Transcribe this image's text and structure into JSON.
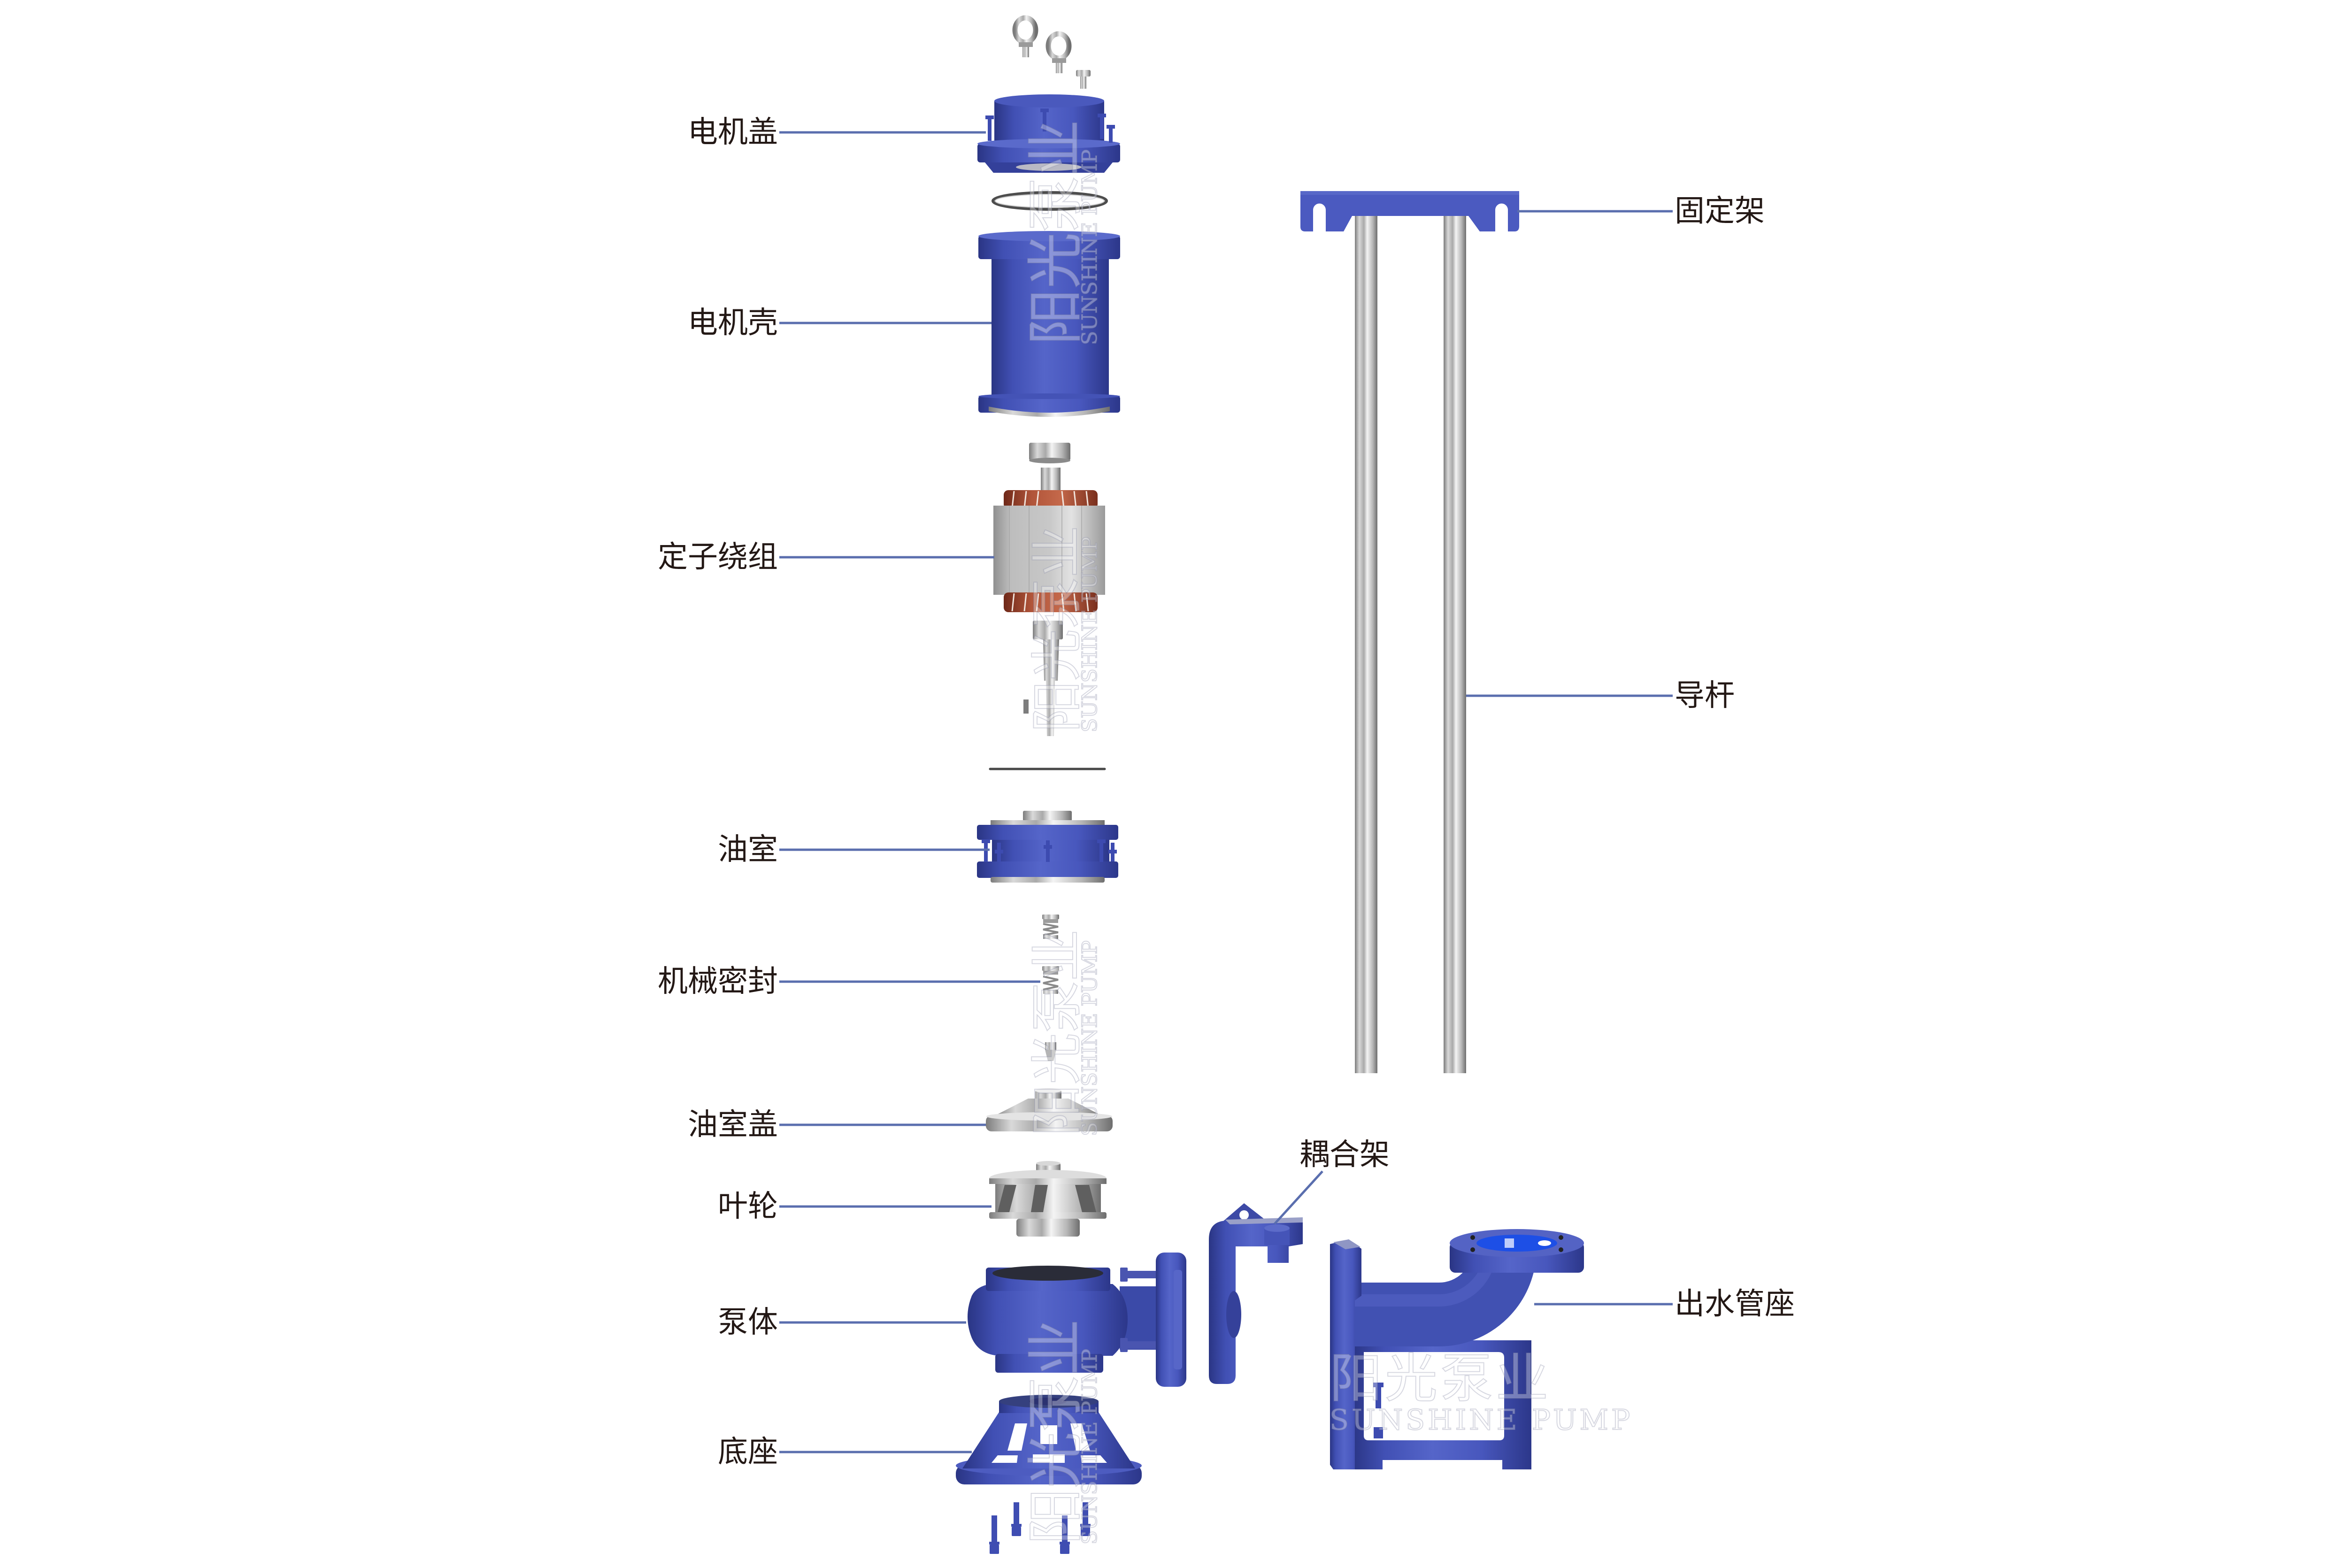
{
  "labels": {
    "left": [
      {
        "key": "motor_cover",
        "text": "电机盖"
      },
      {
        "key": "motor_housing",
        "text": "电机壳"
      },
      {
        "key": "stator_winding",
        "text": "定子绕组"
      },
      {
        "key": "oil_chamber",
        "text": "油室"
      },
      {
        "key": "mechanical_seal",
        "text": "机械密封"
      },
      {
        "key": "oil_chamber_cover",
        "text": "油室盖"
      },
      {
        "key": "impeller",
        "text": "叶轮"
      },
      {
        "key": "pump_body",
        "text": "泵体"
      },
      {
        "key": "base",
        "text": "底座"
      }
    ],
    "right": [
      {
        "key": "fixing_bracket",
        "text": "固定架"
      },
      {
        "key": "guide_rod",
        "text": "导杆"
      },
      {
        "key": "coupling_bracket",
        "text": "耦合架"
      },
      {
        "key": "discharge_seat",
        "text": "出水管座"
      }
    ]
  },
  "watermark": {
    "cn": "阳光泵业",
    "en": "SUNSHINE PUMP"
  },
  "colors": {
    "background": "#ffffff",
    "label_text": "#231815",
    "leader_line": "#5a6eae",
    "cast_iron_blue": "#4553b8",
    "flange_badge_blue": "#1d4fe6",
    "copper_winding": "#b1553a",
    "stainless_silver": "#c8c8c8"
  }
}
